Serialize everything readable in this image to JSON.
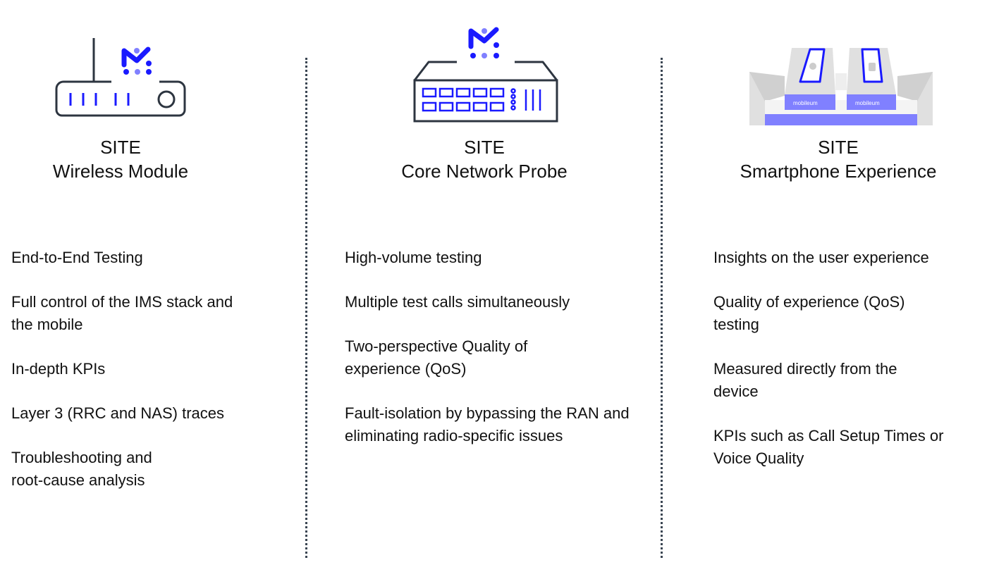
{
  "columns": [
    {
      "title_line1": "SITE",
      "title_line2": "Wireless Module",
      "icon": "router-icon",
      "features": [
        "End-to-End Testing",
        "Full control of the IMS stack and the mobile",
        "In-depth KPIs",
        "Layer 3 (RRC and NAS) traces",
        "Troubleshooting and root-cause analysis"
      ]
    },
    {
      "title_line1": "SITE",
      "title_line2": "Core Network Probe",
      "icon": "network-probe-icon",
      "features": [
        "High-volume testing",
        "Multiple test calls simultaneously",
        "Two-perspective Quality of experience (QoS)",
        "Fault-isolation by bypassing the RAN and eliminating radio-specific issues"
      ]
    },
    {
      "title_line1": "SITE",
      "title_line2": "Smartphone Experience",
      "icon": "smartphone-box-icon",
      "box_label": "mobileum",
      "features": [
        "Insights on the user experience",
        "Quality of experience (QoS) testing",
        "Measured directly from the device",
        "KPIs such as Call Setup Times or Voice Quality"
      ]
    }
  ],
  "colors": {
    "accent": "#1a1aff",
    "accent_light": "#8080ff",
    "outline": "#2d3540",
    "box_gray": "#e0e0e0"
  }
}
